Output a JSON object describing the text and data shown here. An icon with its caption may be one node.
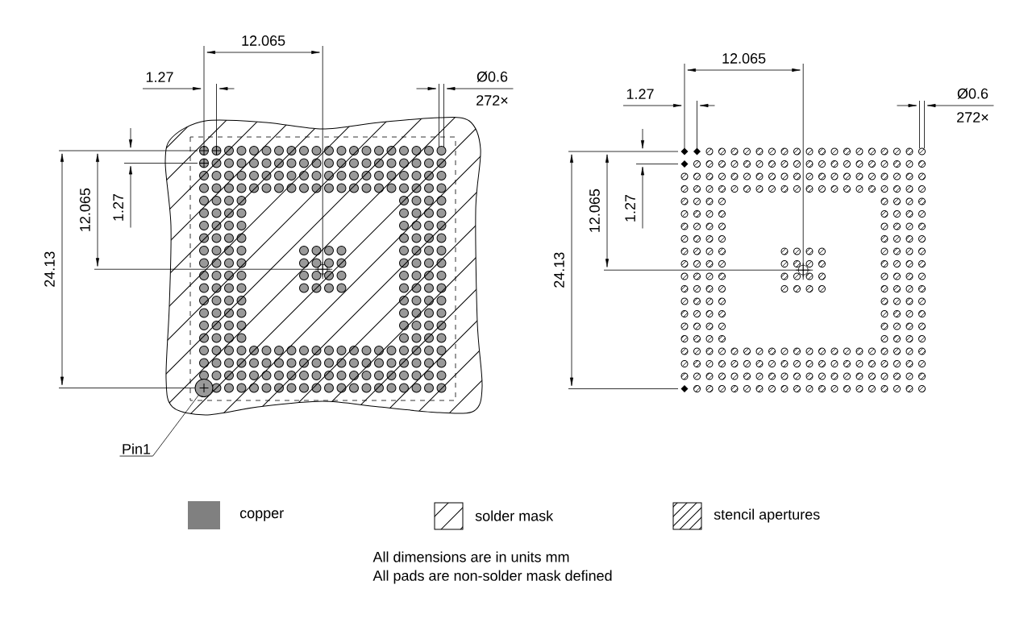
{
  "diagram": {
    "nodes": [
      {
        "text": [
          "Pin1"
        ]
      },
      {
        "text": [],
        "shape": "circle"
      }
    ],
    "edges": [
      {
        "from": 0,
        "to": 1,
        "arrow": "none"
      }
    ],
    "labels": [
      "12.065",
      "1.27",
      "Ø0.6",
      "272×",
      "24.13",
      "12.065",
      "1.27",
      "12.065",
      "1.27",
      "Ø0.6",
      "272×",
      "24.13",
      "12.065",
      "1.27",
      "All dimensions are in units mm",
      "All pads are non-solder mask defined"
    ],
    "legend": [
      {
        "text": "copper",
        "color": "#808080"
      },
      {
        "text": "solder mask"
      },
      {
        "text": "stencil apertures"
      }
    ]
  }
}
